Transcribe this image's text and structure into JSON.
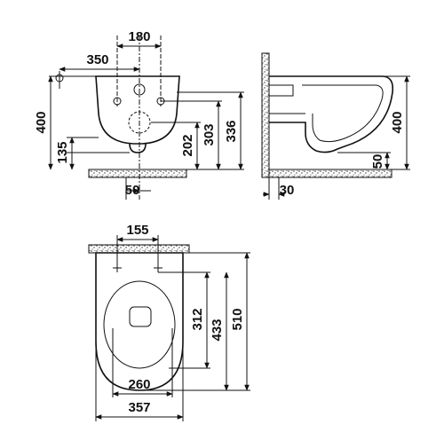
{
  "front_view": {
    "dim_width_top": "180",
    "dim_left_offset": "350",
    "dim_height_total": "400",
    "dim_low_height": "135",
    "dim_bottom_offset": "50",
    "dim_right_202": "202",
    "dim_right_303": "303",
    "dim_right_336": "336"
  },
  "side_view": {
    "dim_height": "400",
    "dim_base_height": "50",
    "dim_wall_offset": "30"
  },
  "top_view": {
    "dim_bolt_spacing": "155",
    "dim_312": "312",
    "dim_433": "433",
    "dim_510": "510",
    "dim_inner_width": "260",
    "dim_outer_width": "357"
  },
  "colors": {
    "line": "#111111",
    "background": "#ffffff",
    "hatch": "#555555"
  }
}
